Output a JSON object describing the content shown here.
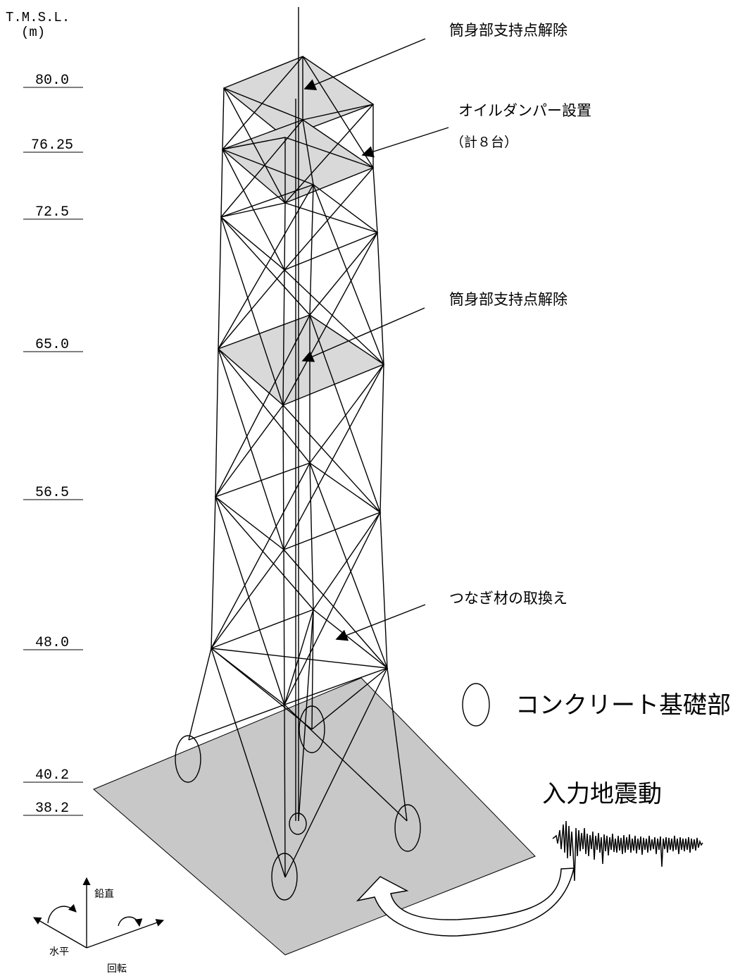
{
  "elevation_axis": {
    "title_line1": "T.M.S.L.",
    "title_line2": "(m)",
    "levels": [
      "80.0",
      "76.25",
      "72.5",
      "65.0",
      "56.5",
      "48.0",
      "40.2",
      "38.2"
    ]
  },
  "annotations": {
    "top_support_release": "筒身部支持点解除",
    "oil_damper": "オイルダンパー設置",
    "oil_damper_count": "（計８台）",
    "mid_support_release": "筒身部支持点解除",
    "tie_member_replacement": "つなぎ材の取換え"
  },
  "legend": {
    "concrete_foundation": "コンクリート基礎部"
  },
  "input_motion": {
    "label": "入力地震動"
  },
  "axes_triad": {
    "vertical": "鉛直",
    "horizontal": "水平",
    "rotation": "回転"
  },
  "colors": {
    "floor_fill": "#c8c8c8",
    "platform_fill": "#d9d9d9",
    "line": "#000000"
  }
}
